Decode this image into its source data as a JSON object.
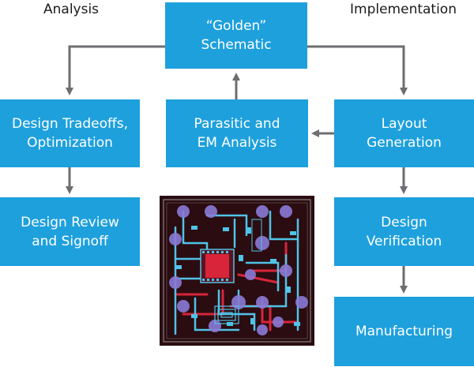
{
  "headings": {
    "left": "Analysis",
    "right": "Implementation"
  },
  "boxes": {
    "golden": {
      "line1": "“Golden”",
      "line2": "Schematic"
    },
    "tradeoffs": {
      "line1": "Design Tradeoffs,",
      "line2": "Optimization"
    },
    "parasitic": {
      "line1": "Parasitic and",
      "line2": "EM Analysis"
    },
    "layout": {
      "line1": "Layout",
      "line2": "Generation"
    },
    "review": {
      "line1": "Design Review",
      "line2": "and Signoff"
    },
    "verification": {
      "line1": "Design",
      "line2": "Verification"
    },
    "manufacturing": {
      "line1": "Manufacturing"
    }
  },
  "colors": {
    "box_fill": "#1ea0dd",
    "box_text": "#ffffff",
    "arrow": "#6d6e71",
    "pcb_background": "#2b0c10",
    "pcb_trace_cyan": "#4fc3e8",
    "pcb_pad_purple": "#8a7ad6",
    "pcb_trace_red": "#d8253a"
  }
}
